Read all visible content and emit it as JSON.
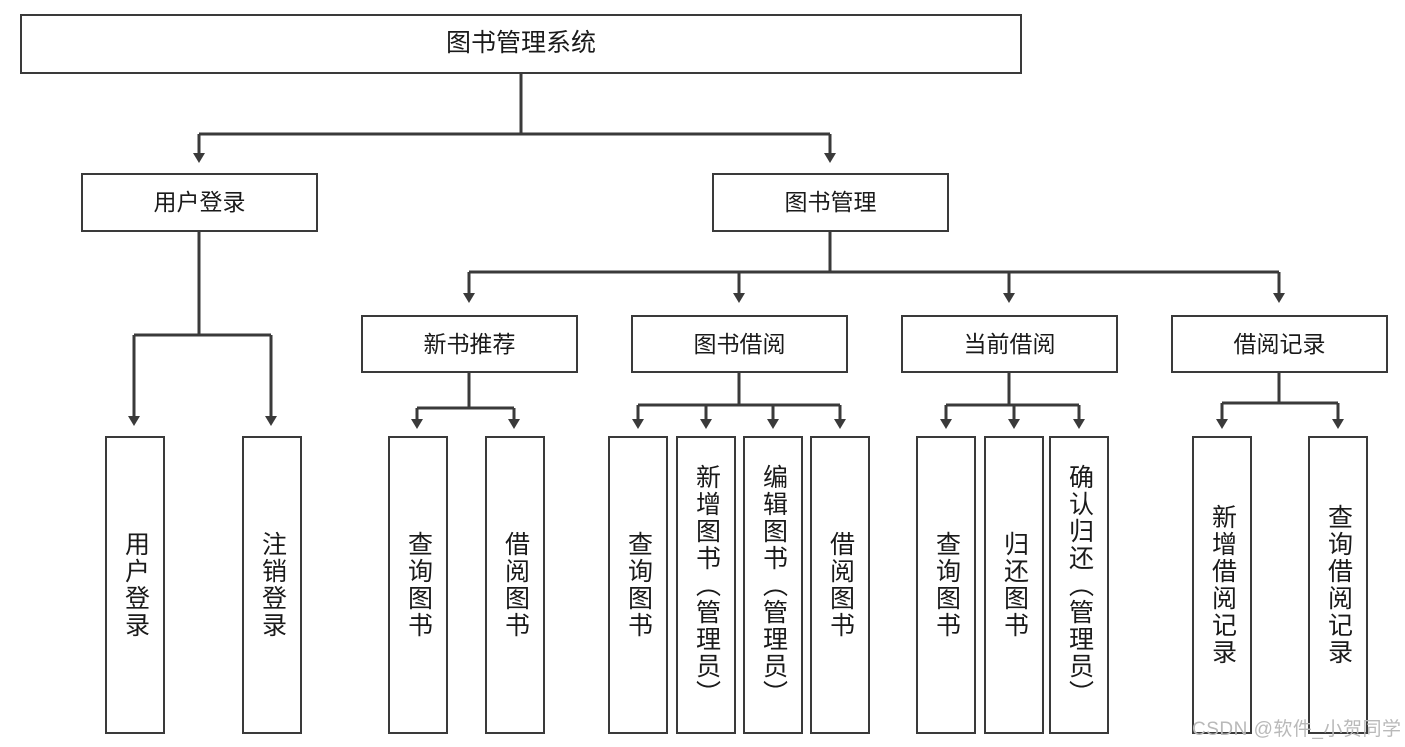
{
  "diagram": {
    "title": "图书管理系统",
    "type": "hierarchy-tree",
    "root": {
      "id": "root",
      "label": "图书管理系统"
    },
    "level2": [
      {
        "id": "user-login",
        "label": "用户登录"
      },
      {
        "id": "book-manage",
        "label": "图书管理"
      }
    ],
    "level3": [
      {
        "id": "new-book-recommend",
        "label": "新书推荐",
        "parent": "book-manage"
      },
      {
        "id": "book-borrow",
        "label": "图书借阅",
        "parent": "book-manage"
      },
      {
        "id": "current-borrow",
        "label": "当前借阅",
        "parent": "book-manage"
      },
      {
        "id": "borrow-record",
        "label": "借阅记录",
        "parent": "book-manage"
      }
    ],
    "leaves": [
      {
        "id": "leaf-user-login",
        "label": "用户登录",
        "parent": "user-login"
      },
      {
        "id": "leaf-user-logout",
        "label": "注销登录",
        "parent": "user-login"
      },
      {
        "id": "leaf-query-book-1",
        "label": "查询图书",
        "parent": "new-book-recommend"
      },
      {
        "id": "leaf-borrow-book-1",
        "label": "借阅图书",
        "parent": "new-book-recommend"
      },
      {
        "id": "leaf-query-book-2",
        "label": "查询图书",
        "parent": "book-borrow"
      },
      {
        "id": "leaf-add-book",
        "label": "新增图书（管理员）",
        "parent": "book-borrow"
      },
      {
        "id": "leaf-edit-book",
        "label": "编辑图书（管理员）",
        "parent": "book-borrow"
      },
      {
        "id": "leaf-borrow-book-2",
        "label": "借阅图书",
        "parent": "book-borrow"
      },
      {
        "id": "leaf-query-book-3",
        "label": "查询图书",
        "parent": "current-borrow"
      },
      {
        "id": "leaf-return-book",
        "label": "归还图书",
        "parent": "current-borrow"
      },
      {
        "id": "leaf-confirm-return",
        "label": "确认归还（管理员）",
        "parent": "current-borrow"
      },
      {
        "id": "leaf-add-record",
        "label": "新增借阅记录",
        "parent": "borrow-record"
      },
      {
        "id": "leaf-query-record",
        "label": "查询借阅记录",
        "parent": "borrow-record"
      }
    ]
  },
  "watermark": {
    "text": "CSDN @软件_小贺同学"
  },
  "colors": {
    "stroke": "#3a3a3a",
    "box_fill": "#ffffff",
    "text": "#1a1a1a",
    "watermark": "#b9b9b9",
    "background": "#ffffff"
  }
}
